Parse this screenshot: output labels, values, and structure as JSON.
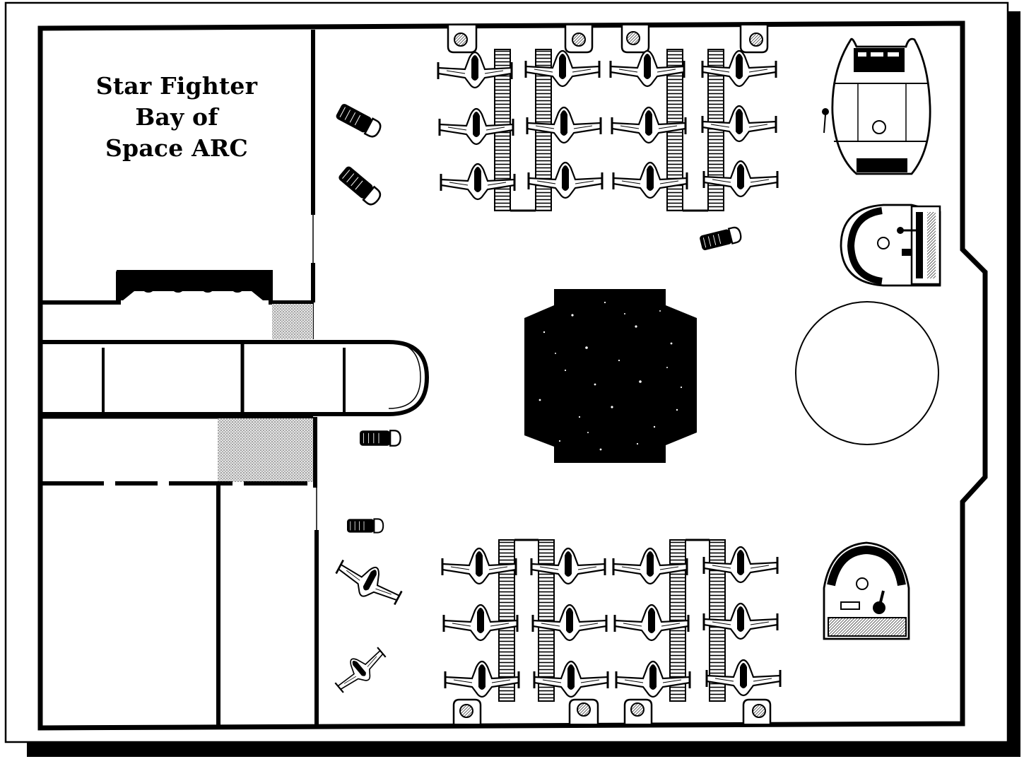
{
  "map": {
    "title_lines": [
      "Star Fighter",
      "Bay of",
      "Space ARC"
    ]
  },
  "colors": {
    "ink": "#000000",
    "paper": "#ffffff",
    "shade": "#bdbdbd"
  },
  "legend": {
    "fighters_upper": 12,
    "fighters_lower": 12,
    "fighters_loose": 2,
    "small_craft": 5,
    "shuttles": 3
  }
}
